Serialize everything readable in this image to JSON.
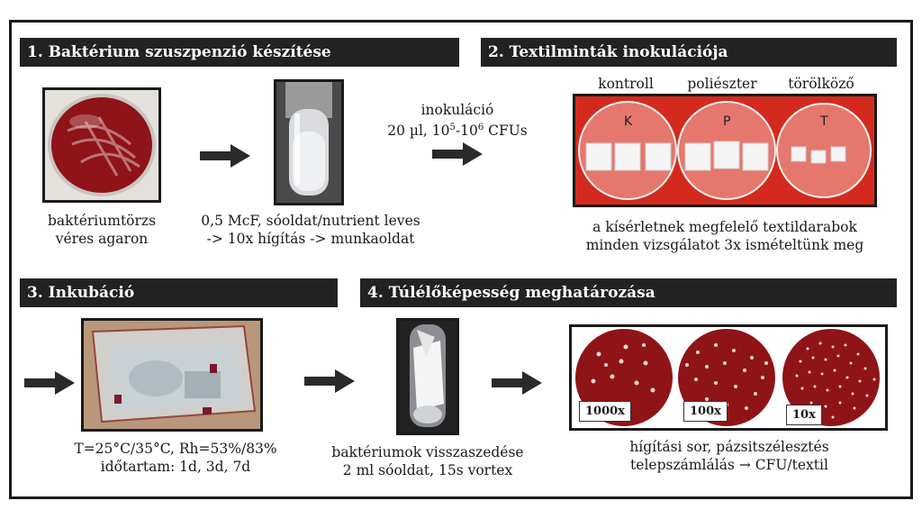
{
  "step1": {
    "title": "1. Baktérium szuszpenzió készítése",
    "plate_caption": [
      "baktériumtörzs",
      "véres agaron"
    ],
    "tube_caption": [
      "0,5 McF, sóoldat/nutrient leves",
      "-> 10x hígítás -> munkaoldat"
    ]
  },
  "inoculation": {
    "line1": "inokuláció",
    "line2_prefix": "20 µl, 10",
    "exp1": "5",
    "dash": "-10",
    "exp2": "6",
    "line2_suffix": " CFUs"
  },
  "step2": {
    "title": "2. Textilminták inokulációja",
    "labels": [
      "kontroll",
      "poliészter",
      "törölköző"
    ],
    "dish_marks": [
      "K",
      "P",
      "T"
    ],
    "caption": [
      "a kísérletnek megfelelő textildarabok",
      "minden vizsgálatot 3x ismételtünk meg"
    ]
  },
  "step3": {
    "title": "3. Inkubáció",
    "caption": [
      "T=25°C/35°C, Rh=53%/83%",
      "időtartam: 1d, 3d, 7d"
    ]
  },
  "step4": {
    "title": "4. Túlélőképesség meghatározása",
    "tube_caption": [
      "baktériumok visszaszedése",
      "2 ml sóoldat, 15s vortex"
    ],
    "dilutions": [
      "1000x",
      "100x",
      "10x"
    ],
    "caption": [
      "hígítási sor, pázsitszélesztés",
      "telepszámlálás → CFU/textil"
    ]
  },
  "colors": {
    "header_bg": "#222222",
    "agar_red": "#9e1a20",
    "background_red": "#d42a1e"
  }
}
